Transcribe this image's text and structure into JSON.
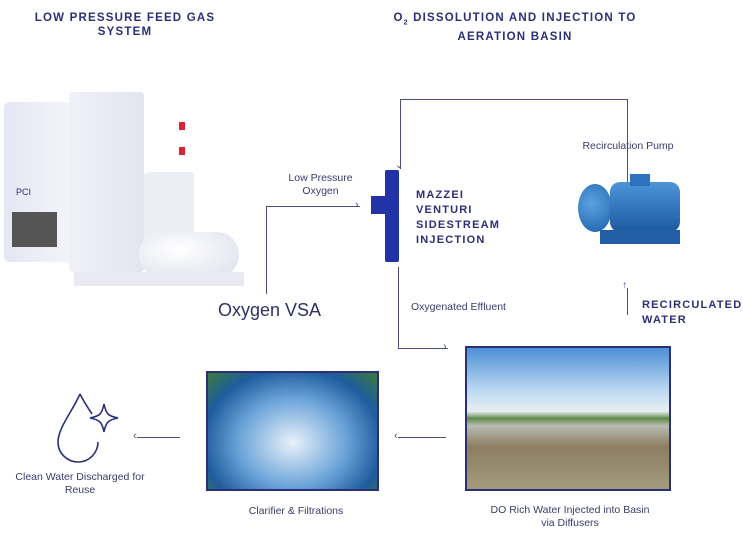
{
  "titles": {
    "left": "LOW PRESSURE FEED GAS SYSTEM",
    "right_prefix": "O",
    "right_sub": "2",
    "right": " DISSOLUTION AND INJECTION TO AERATION BASIN"
  },
  "labels": {
    "low_pressure_oxygen": "Low Pressure Oxygen",
    "oxygen_vsa": "Oxygen VSA",
    "venturi": "MAZZEI VENTURI SIDESTREAM INJECTION",
    "recirculation_pump": "Recirculation Pump",
    "oxygenated_effluent": "Oxygenated Effluent",
    "recirculated_water": "RECIRCULATED WATER",
    "basin": "DO Rich Water Injected into Basin via Diffusers",
    "clarifier": "Clarifier & Filtrations",
    "clean_water": "Clean Water Discharged for Reuse",
    "vsa_brand": "PCI"
  },
  "colors": {
    "navy": "#2b2f77",
    "venturi": "#2133a6"
  }
}
